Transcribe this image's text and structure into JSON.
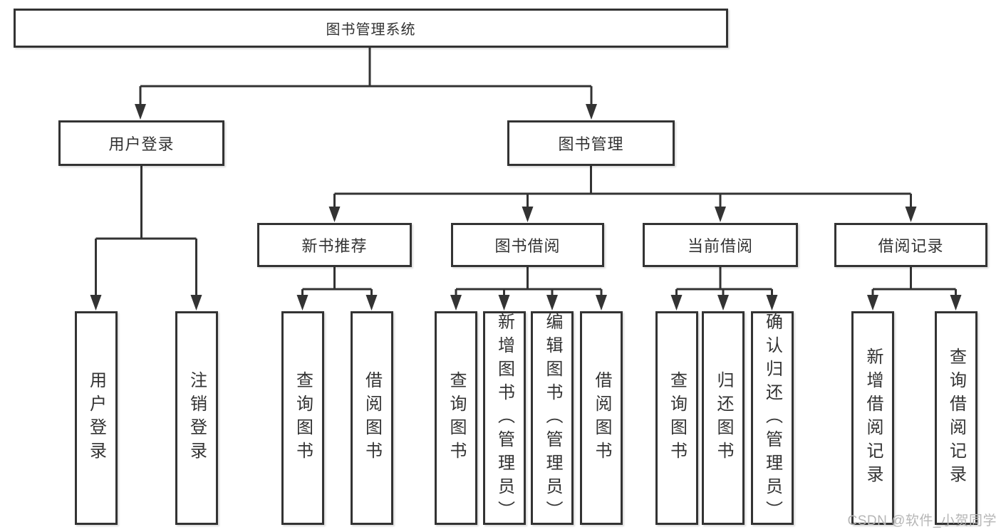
{
  "tree": {
    "root": {
      "label": "图书管理系统",
      "children": [
        {
          "label": "用户登录",
          "children": [
            {
              "label": "用户登录"
            },
            {
              "label": "注销登录"
            }
          ]
        },
        {
          "label": "图书管理",
          "children": [
            {
              "label": "新书推荐",
              "children": [
                {
                  "label": "查询图书"
                },
                {
                  "label": "借阅图书"
                }
              ]
            },
            {
              "label": "图书借阅",
              "children": [
                {
                  "label": "查询图书"
                },
                {
                  "label": "新增图书（管理员）"
                },
                {
                  "label": "编辑图书（管理员）"
                },
                {
                  "label": "借阅图书"
                }
              ]
            },
            {
              "label": "当前借阅",
              "children": [
                {
                  "label": "查询图书"
                },
                {
                  "label": "归还图书"
                },
                {
                  "label": "确认归还（管理员）"
                }
              ]
            },
            {
              "label": "借阅记录",
              "children": [
                {
                  "label": "新增借阅记录"
                },
                {
                  "label": "查询借阅记录"
                }
              ]
            }
          ]
        }
      ]
    }
  },
  "watermark": {
    "text": "CSDN @软件_小贺同学"
  },
  "colors": {
    "stroke": "#333333",
    "text": "#333333",
    "background": "#ffffff",
    "watermark": "#b6b6b6"
  }
}
